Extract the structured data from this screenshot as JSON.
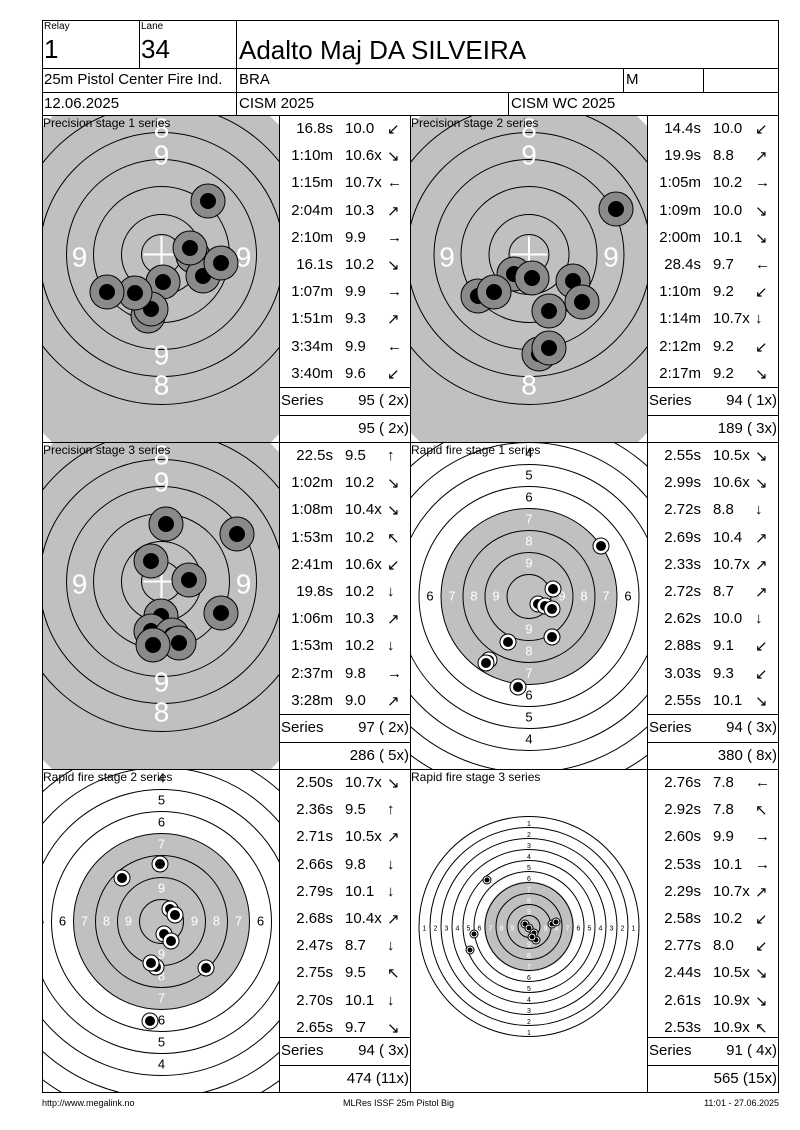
{
  "header": {
    "relay_label": "Relay",
    "relay": "1",
    "lane_label": "Lane",
    "lane": "34",
    "name": "Adalto Maj DA SILVEIRA",
    "event": "25m Pistol Center Fire Ind.",
    "nation": "BRA",
    "gender": "M",
    "date": "12.06.2025",
    "competition": "CISM 2025",
    "series_name": "CISM WC 2025"
  },
  "panels": [
    {
      "title": "Precision stage 1 series",
      "target": "precision",
      "shots": [
        {
          "time": "16.8s",
          "score": "10.0",
          "dir": "↙"
        },
        {
          "time": "1:10m",
          "score": "10.6x",
          "dir": "↘"
        },
        {
          "time": "1:15m",
          "score": "10.7x",
          "dir": "←"
        },
        {
          "time": "2:04m",
          "score": "10.3",
          "dir": "↗"
        },
        {
          "time": "2:10m",
          "score": "9.9",
          "dir": "→"
        },
        {
          "time": "16.1s",
          "score": "10.2",
          "dir": "↘"
        },
        {
          "time": "1:07m",
          "score": "9.9",
          "dir": "→"
        },
        {
          "time": "1:51m",
          "score": "9.3",
          "dir": "↗"
        },
        {
          "time": "3:34m",
          "score": "9.9",
          "dir": "←"
        },
        {
          "time": "3:40m",
          "score": "9.6",
          "dir": "↙"
        }
      ],
      "series_label": "Series",
      "series_total": "95 ( 2x)",
      "running_total": "95 ( 2x)"
    },
    {
      "title": "Precision stage 2 series",
      "target": "precision",
      "shots": [
        {
          "time": "14.4s",
          "score": "10.0",
          "dir": "↙"
        },
        {
          "time": "19.9s",
          "score": "8.8",
          "dir": "↗"
        },
        {
          "time": "1:05m",
          "score": "10.2",
          "dir": "→"
        },
        {
          "time": "1:09m",
          "score": "10.0",
          "dir": "↘"
        },
        {
          "time": "2:00m",
          "score": "10.1",
          "dir": "↘"
        },
        {
          "time": "28.4s",
          "score": "9.7",
          "dir": "←"
        },
        {
          "time": "1:10m",
          "score": "9.2",
          "dir": "↙"
        },
        {
          "time": "1:14m",
          "score": "10.7x",
          "dir": "↓"
        },
        {
          "time": "2:12m",
          "score": "9.2",
          "dir": "↙"
        },
        {
          "time": "2:17m",
          "score": "9.2",
          "dir": "↘"
        }
      ],
      "series_label": "Series",
      "series_total": "94 ( 1x)",
      "running_total": "189 ( 3x)"
    },
    {
      "title": "Precision stage 3 series",
      "target": "precision",
      "shots": [
        {
          "time": "22.5s",
          "score": "9.5",
          "dir": "↑"
        },
        {
          "time": "1:02m",
          "score": "10.2",
          "dir": "↘"
        },
        {
          "time": "1:08m",
          "score": "10.4x",
          "dir": "↘"
        },
        {
          "time": "1:53m",
          "score": "10.2",
          "dir": "↖"
        },
        {
          "time": "2:41m",
          "score": "10.6x",
          "dir": "↙"
        },
        {
          "time": "19.8s",
          "score": "10.2",
          "dir": "↓"
        },
        {
          "time": "1:06m",
          "score": "10.3",
          "dir": "↗"
        },
        {
          "time": "1:53m",
          "score": "10.2",
          "dir": "↓"
        },
        {
          "time": "2:37m",
          "score": "9.8",
          "dir": "→"
        },
        {
          "time": "3:28m",
          "score": "9.0",
          "dir": "↗"
        }
      ],
      "series_label": "Series",
      "series_total": "97 ( 2x)",
      "running_total": "286 ( 5x)"
    },
    {
      "title": "Rapid fire stage 1 series",
      "target": "rapid",
      "shots": [
        {
          "time": "2.55s",
          "score": "10.5x",
          "dir": "↘"
        },
        {
          "time": "2.99s",
          "score": "10.6x",
          "dir": "↘"
        },
        {
          "time": "2.72s",
          "score": "8.8",
          "dir": "↓"
        },
        {
          "time": "2.69s",
          "score": "10.4",
          "dir": "↗"
        },
        {
          "time": "2.33s",
          "score": "10.7x",
          "dir": "↗"
        },
        {
          "time": "2.72s",
          "score": "8.7",
          "dir": "↗"
        },
        {
          "time": "2.62s",
          "score": "10.0",
          "dir": "↓"
        },
        {
          "time": "2.88s",
          "score": "9.1",
          "dir": "↙"
        },
        {
          "time": "3.03s",
          "score": "9.3",
          "dir": "↙"
        },
        {
          "time": "2.55s",
          "score": "10.1",
          "dir": "↘"
        }
      ],
      "series_label": "Series",
      "series_total": "94 ( 3x)",
      "running_total": "380 ( 8x)"
    },
    {
      "title": "Rapid fire stage 2 series",
      "target": "rapid",
      "shots": [
        {
          "time": "2.50s",
          "score": "10.7x",
          "dir": "↘"
        },
        {
          "time": "2.36s",
          "score": "9.5",
          "dir": "↑"
        },
        {
          "time": "2.71s",
          "score": "10.5x",
          "dir": "↗"
        },
        {
          "time": "2.66s",
          "score": "9.8",
          "dir": "↓"
        },
        {
          "time": "2.79s",
          "score": "10.1",
          "dir": "↓"
        },
        {
          "time": "2.68s",
          "score": "10.4x",
          "dir": "↗"
        },
        {
          "time": "2.47s",
          "score": "8.7",
          "dir": "↓"
        },
        {
          "time": "2.75s",
          "score": "9.5",
          "dir": "↖"
        },
        {
          "time": "2.70s",
          "score": "10.1",
          "dir": "↓"
        },
        {
          "time": "2.65s",
          "score": "9.7",
          "dir": "↘"
        }
      ],
      "series_label": "Series",
      "series_total": "94 ( 3x)",
      "running_total": "474 (11x)"
    },
    {
      "title": "Rapid fire stage 3 series",
      "target": "rapid-full",
      "shots": [
        {
          "time": "2.76s",
          "score": "7.8",
          "dir": "←"
        },
        {
          "time": "2.92s",
          "score": "7.8",
          "dir": "↖"
        },
        {
          "time": "2.60s",
          "score": "9.9",
          "dir": "→"
        },
        {
          "time": "2.53s",
          "score": "10.1",
          "dir": "→"
        },
        {
          "time": "2.29s",
          "score": "10.7x",
          "dir": "↗"
        },
        {
          "time": "2.58s",
          "score": "10.2",
          "dir": "↙"
        },
        {
          "time": "2.77s",
          "score": "8.0",
          "dir": "↙"
        },
        {
          "time": "2.44s",
          "score": "10.5x",
          "dir": "↘"
        },
        {
          "time": "2.61s",
          "score": "10.9x",
          "dir": "↘"
        },
        {
          "time": "2.53s",
          "score": "10.9x",
          "dir": "↖"
        }
      ],
      "series_label": "Series",
      "series_total": "91 ( 4x)",
      "running_total": "565 (15x)"
    }
  ],
  "footer": {
    "url": "http://www.megalink.no",
    "software": "MLRes ISSF 25m Pistol Big",
    "timestamp": "11:01 - 27.06.2025"
  },
  "colors": {
    "target_grey": "#c0c0c0",
    "hit_outer": "#8a8a8a",
    "hit_inner": "#000000"
  }
}
